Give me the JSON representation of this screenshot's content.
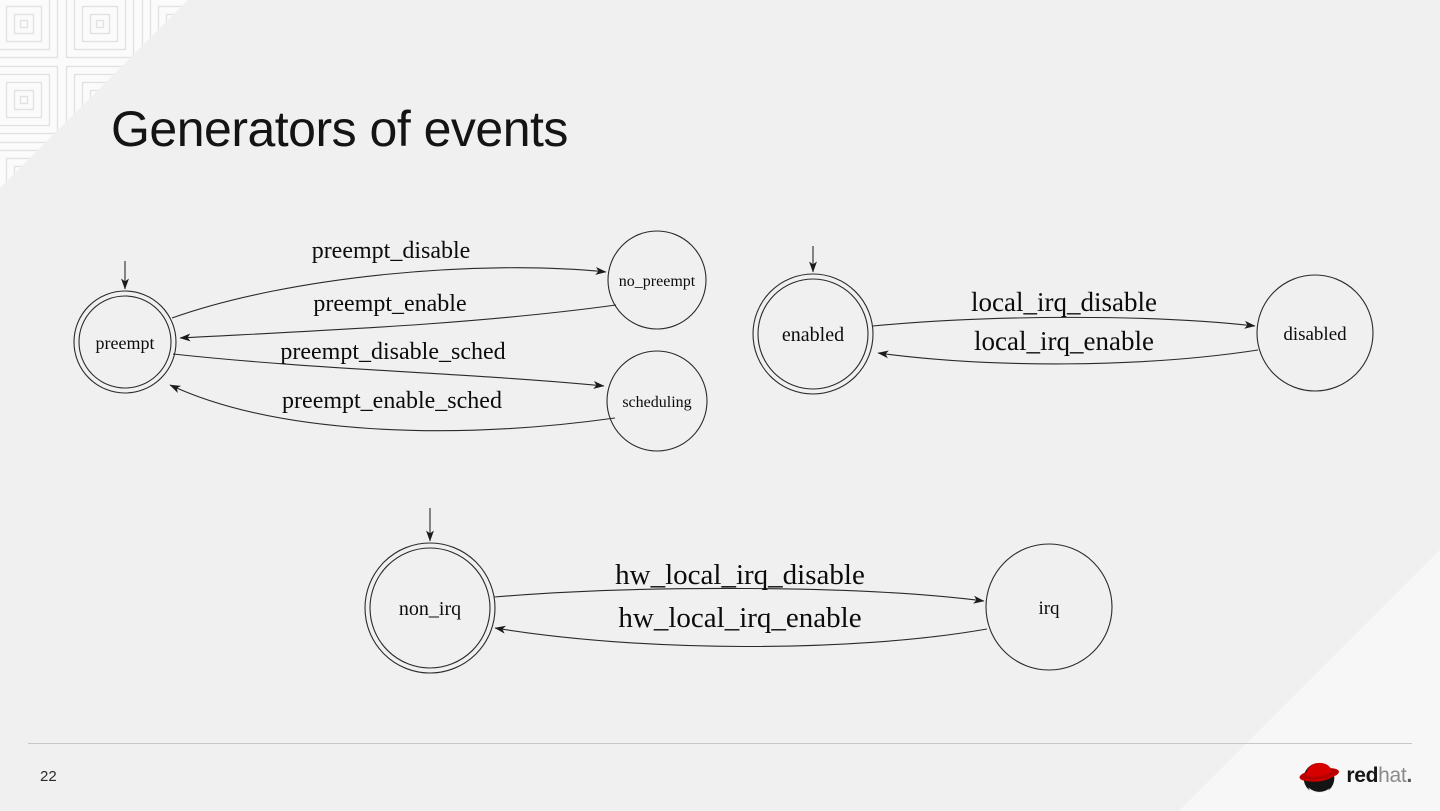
{
  "slide": {
    "title": "Generators of events",
    "page_number": "22"
  },
  "logo": {
    "red": "red",
    "hat": "hat",
    "dot": "."
  },
  "colors": {
    "background": "#f0f0f0",
    "corner_light": "#f7f7f7",
    "pattern_stroke": "#e2e2e2",
    "diagram_line": "#2a2a2a",
    "divider": "#c7c7c7",
    "brand_red": "#cc0000"
  },
  "diagrams": [
    {
      "name": "preemption-state-machine",
      "nodes": [
        {
          "id": "preempt",
          "label": "preempt",
          "initial": true
        },
        {
          "id": "no_preempt",
          "label": "no_preempt",
          "initial": false
        },
        {
          "id": "scheduling",
          "label": "scheduling",
          "initial": false
        }
      ],
      "edges": [
        {
          "from": "preempt",
          "to": "no_preempt",
          "label": "preempt_disable"
        },
        {
          "from": "no_preempt",
          "to": "preempt",
          "label": "preempt_enable"
        },
        {
          "from": "preempt",
          "to": "scheduling",
          "label": "preempt_disable_sched"
        },
        {
          "from": "scheduling",
          "to": "preempt",
          "label": "preempt_enable_sched"
        }
      ]
    },
    {
      "name": "local-irq-state-machine",
      "nodes": [
        {
          "id": "enabled",
          "label": "enabled",
          "initial": true
        },
        {
          "id": "disabled",
          "label": "disabled",
          "initial": false
        }
      ],
      "edges": [
        {
          "from": "enabled",
          "to": "disabled",
          "label": "local_irq_disable"
        },
        {
          "from": "disabled",
          "to": "enabled",
          "label": "local_irq_enable"
        }
      ]
    },
    {
      "name": "hw-irq-state-machine",
      "nodes": [
        {
          "id": "non_irq",
          "label": "non_irq",
          "initial": true
        },
        {
          "id": "irq",
          "label": "irq",
          "initial": false
        }
      ],
      "edges": [
        {
          "from": "non_irq",
          "to": "irq",
          "label": "hw_local_irq_disable"
        },
        {
          "from": "irq",
          "to": "non_irq",
          "label": "hw_local_irq_enable"
        }
      ]
    }
  ]
}
